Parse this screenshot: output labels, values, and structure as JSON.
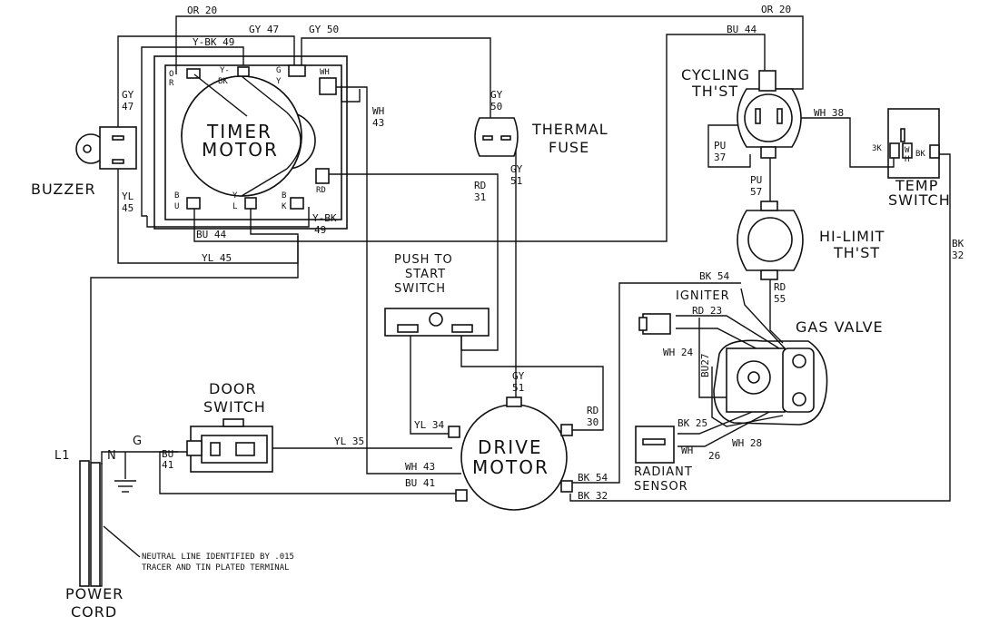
{
  "labels": {
    "buzzer": "BUZZER",
    "timer_motor_1": "TIMER",
    "timer_motor_2": "MOTOR",
    "thermal_fuse_1": "THERMAL",
    "thermal_fuse_2": "FUSE",
    "cycling_thst_1": "CYCLING",
    "cycling_thst_2": "TH'ST",
    "temp_switch_1": "TEMP",
    "temp_switch_2": "SWITCH",
    "hi_limit_1": "HI-LIMIT",
    "hi_limit_2": "TH'ST",
    "push_to_start_1": "PUSH TO",
    "push_to_start_2": "START",
    "push_to_start_3": "SWITCH",
    "igniter": "IGNITER",
    "gas_valve": "GAS VALVE",
    "door_switch_1": "DOOR",
    "door_switch_2": "SWITCH",
    "drive_motor_1": "DRIVE",
    "drive_motor_2": "MOTOR",
    "radiant_sensor_1": "RADIANT",
    "radiant_sensor_2": "SENSOR",
    "power_cord_1": "POWER",
    "power_cord_2": "CORD",
    "l1": "L1",
    "n": "N",
    "g": "G",
    "note_1": "NEUTRAL LINE IDENTIFIED BY .015",
    "note_2": "TRACER AND TIN PLATED TERMINAL"
  },
  "wires": {
    "or20_left": "OR 20",
    "or20_right": "OR 20",
    "gy47": "GY 47",
    "gy47_v1": "GY",
    "gy47_v2": "47",
    "gy50": "GY 50",
    "gy50_v1": "GY",
    "gy50_v2": "50",
    "ybk49_top": "Y-BK 49",
    "ybk49_bot_1": "Y-BK",
    "ybk49_bot_2": "49",
    "wh43_v1": "WH",
    "wh43_v2": "43",
    "wh43_h": "WH 43",
    "yl45_v1": "YL",
    "yl45_v2": "45",
    "yl45_h": "YL 45",
    "bu44_left": "BU 44",
    "bu44_top": "BU 44",
    "rd31_1": "RD",
    "rd31_2": "31",
    "gy51_1": "GY",
    "gy51_2": "51",
    "gy51b_1": "GY",
    "gy51b_2": "51",
    "wh38": "WH 38",
    "pu37_1": "PU",
    "pu37_2": "37",
    "pu57_1": "PU",
    "pu57_2": "57",
    "rd55_1": "RD",
    "rd55_2": "55",
    "bk54_top": "BK 54",
    "bk54_bot": "BK 54",
    "bk32_1": "BK",
    "bk32_2": "32",
    "bk32_bot": "BK 32",
    "rd23": "RD 23",
    "wh24": "WH 24",
    "bu27": "BU27",
    "bk25": "BK 25",
    "wh26": "WH",
    "wh26b": "26",
    "wh28": "WH 28",
    "yl34": "YL 34",
    "rd30_1": "RD",
    "rd30_2": "30",
    "yl35": "YL 35",
    "bu41_1": "BU",
    "bu41_2": "41",
    "bu41_h": "BU 41",
    "tm_or_1": "O",
    "tm_or_2": "R",
    "tm_ybk_1": "Y-",
    "tm_ybk_2": "BK",
    "tm_gy_1": "G",
    "tm_gy_2": "Y",
    "tm_wh": "WH",
    "tm_rd": "RD",
    "tm_bu_1": "B",
    "tm_bu_2": "U",
    "tm_y_1": "Y",
    "tm_y_2": "L",
    "tm_bk_1": "B",
    "tm_bk_2": "K",
    "ts_3k": "3K",
    "ts_w": "W",
    "ts_h": "H",
    "ts_bk": "BK"
  }
}
